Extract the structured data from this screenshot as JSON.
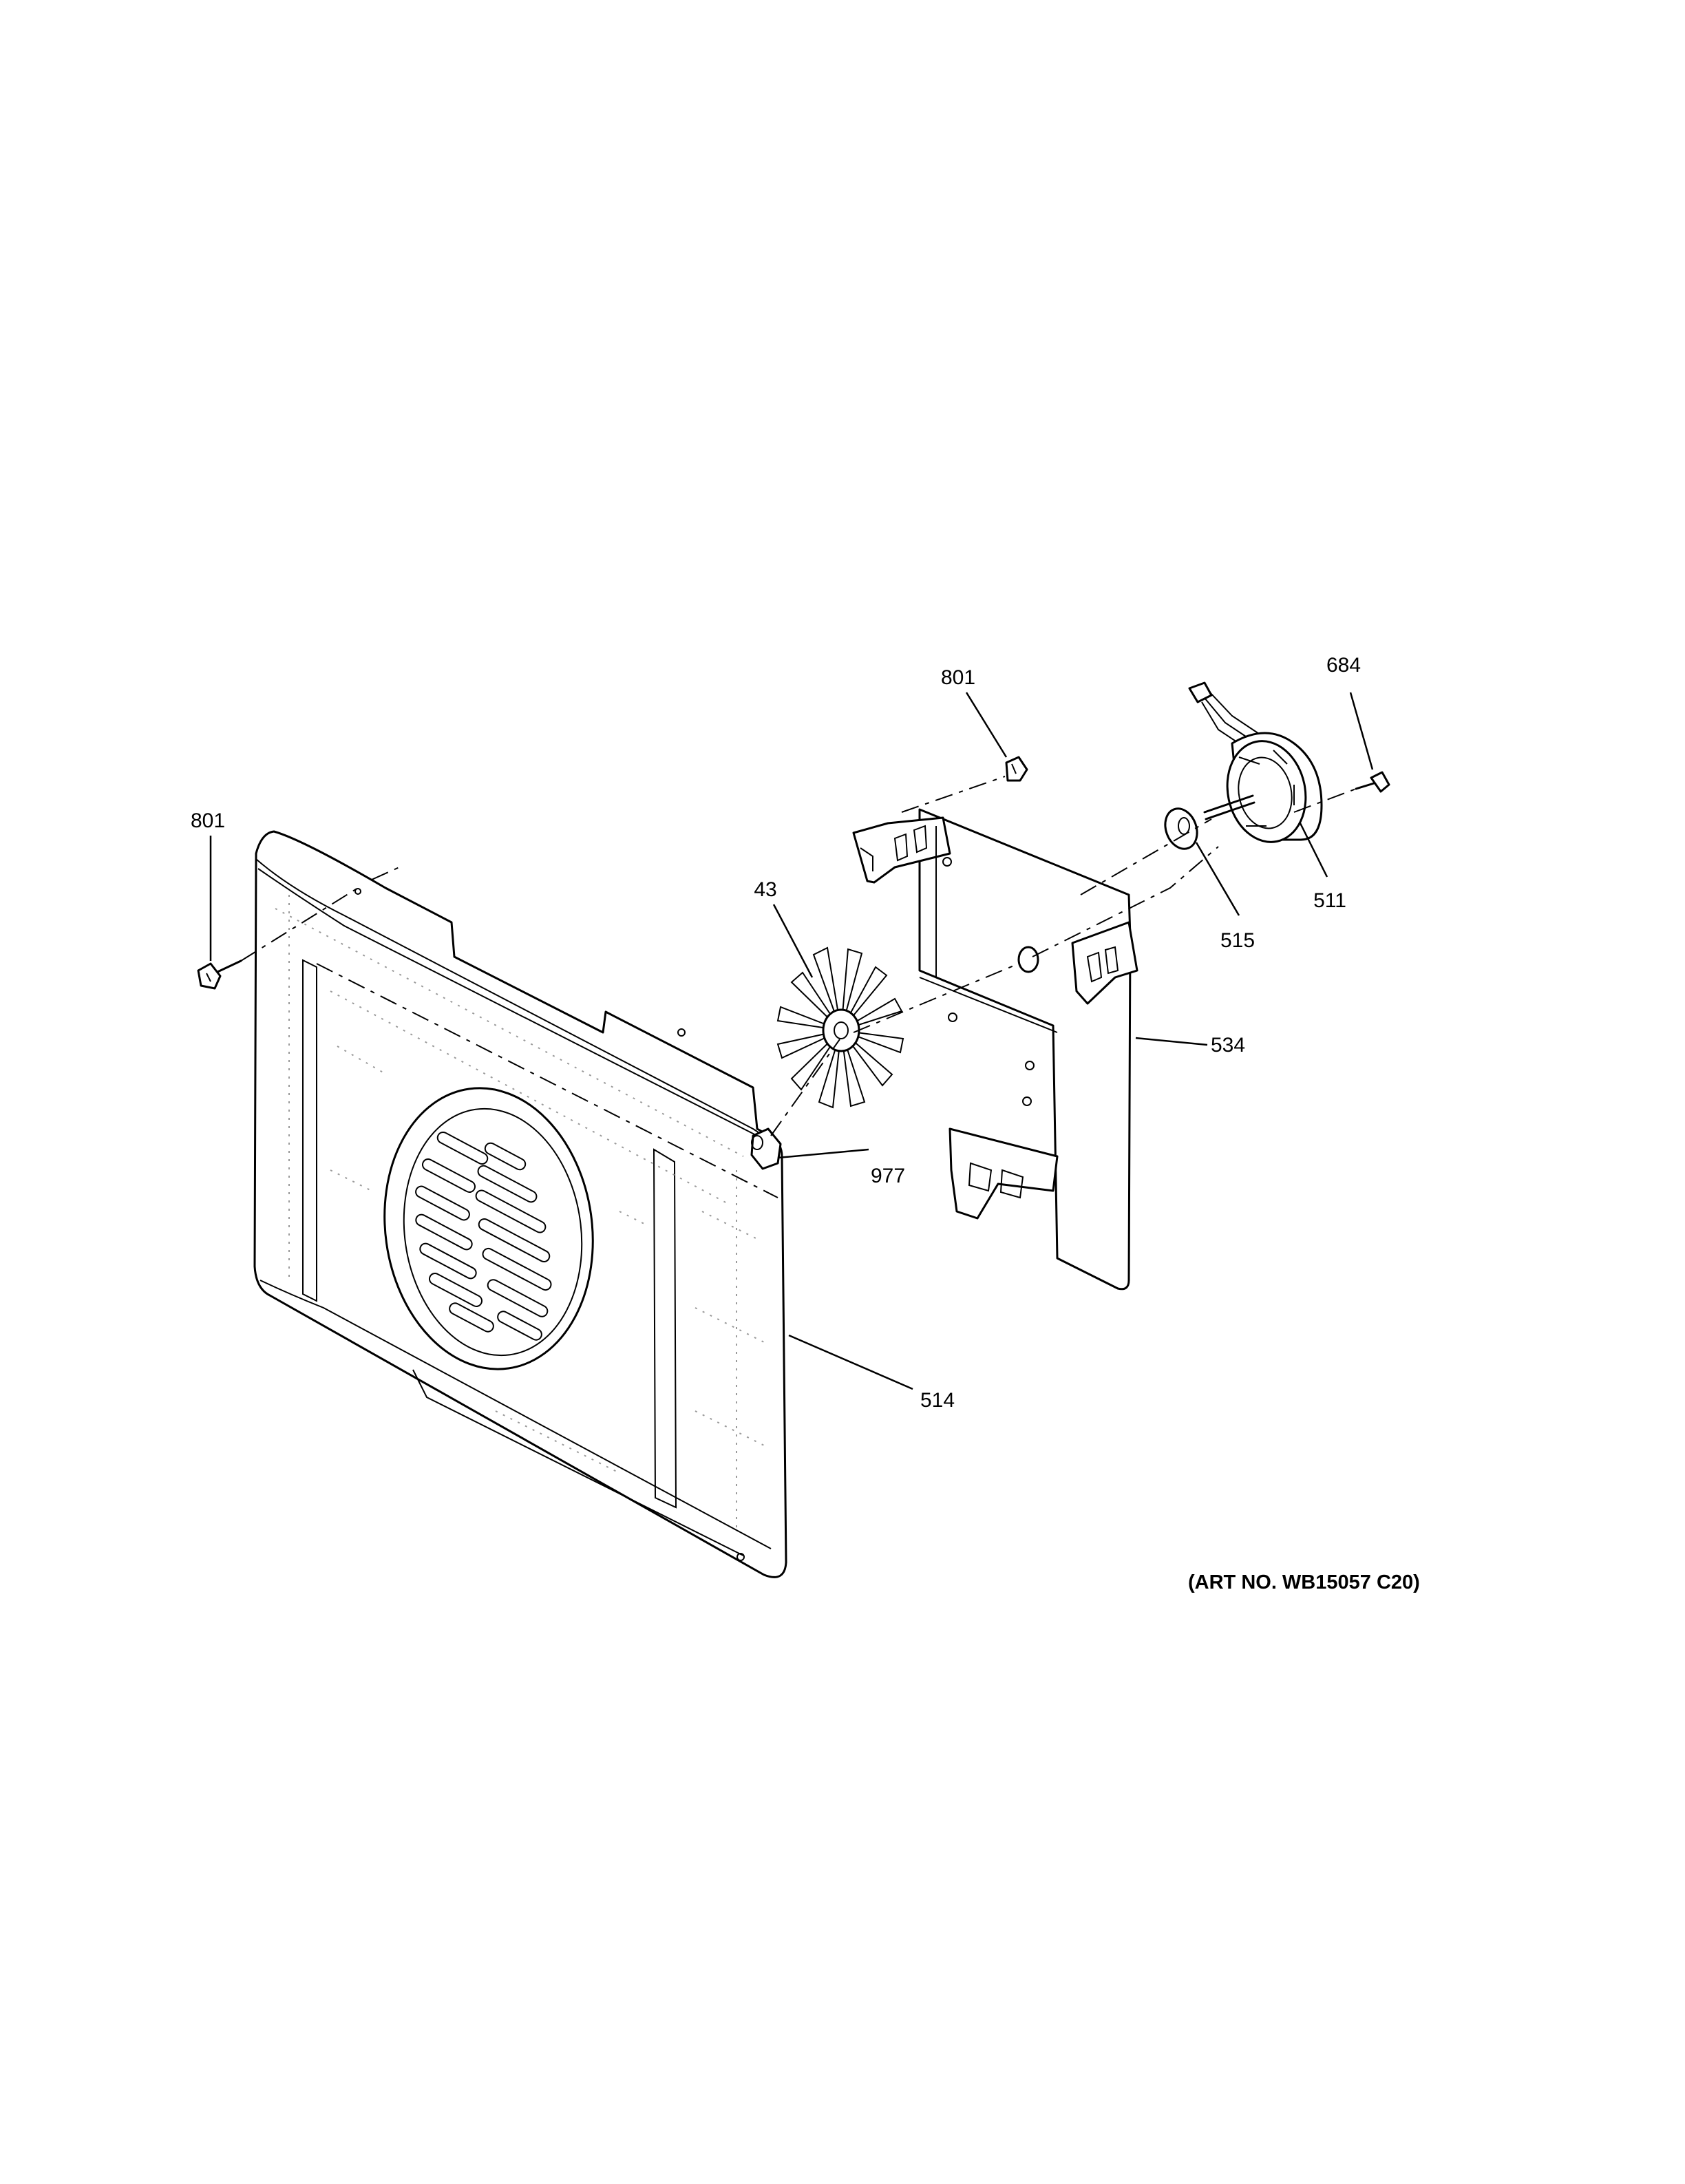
{
  "callouts": {
    "c801_top": "801",
    "c684": "684",
    "c801_left": "801",
    "c43": "43",
    "c511": "511",
    "c515": "515",
    "c534": "534",
    "c977": "977",
    "c514": "514"
  },
  "art_number": "(ART NO. WB15057 C20)",
  "parts": {
    "p514": "back-panel",
    "p534": "fan-mounting-bracket",
    "p43": "convection-fan-blade",
    "p511": "convection-fan-motor",
    "p515": "shaft-washer",
    "p977": "fan-nut",
    "p801": "screw",
    "p684": "motor-screw"
  }
}
